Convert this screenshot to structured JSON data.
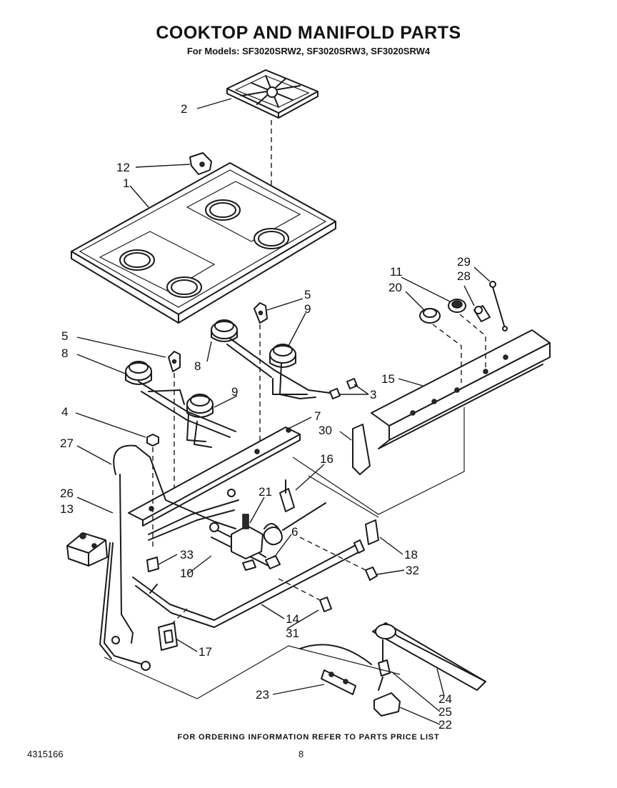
{
  "header": {
    "title": "COOKTOP AND MANIFOLD PARTS",
    "subtitle": "For Models: SF3020SRW2, SF3020SRW3, SF3020SRW4"
  },
  "footer": {
    "ordering_note": "FOR ORDERING INFORMATION REFER TO PARTS PRICE LIST",
    "document_number": "4315166",
    "page_number": "8"
  },
  "callouts": [
    {
      "id": "c2",
      "label": "2"
    },
    {
      "id": "c12",
      "label": "12"
    },
    {
      "id": "c1",
      "label": "1"
    },
    {
      "id": "c29",
      "label": "29"
    },
    {
      "id": "c11",
      "label": "11"
    },
    {
      "id": "c28",
      "label": "28"
    },
    {
      "id": "c20",
      "label": "20"
    },
    {
      "id": "c5a",
      "label": "5"
    },
    {
      "id": "c9a",
      "label": "9"
    },
    {
      "id": "c5b",
      "label": "5"
    },
    {
      "id": "c8a",
      "label": "8"
    },
    {
      "id": "c8b",
      "label": "8"
    },
    {
      "id": "c15",
      "label": "15"
    },
    {
      "id": "c3",
      "label": "3"
    },
    {
      "id": "c9b",
      "label": "9"
    },
    {
      "id": "c4",
      "label": "4"
    },
    {
      "id": "c7",
      "label": "7"
    },
    {
      "id": "c30",
      "label": "30"
    },
    {
      "id": "c27",
      "label": "27"
    },
    {
      "id": "c16",
      "label": "16"
    },
    {
      "id": "c26",
      "label": "26"
    },
    {
      "id": "c21",
      "label": "21"
    },
    {
      "id": "c13",
      "label": "13"
    },
    {
      "id": "c6",
      "label": "6"
    },
    {
      "id": "c33",
      "label": "33"
    },
    {
      "id": "c18",
      "label": "18"
    },
    {
      "id": "c10",
      "label": "10"
    },
    {
      "id": "c32",
      "label": "32"
    },
    {
      "id": "c14",
      "label": "14"
    },
    {
      "id": "c31",
      "label": "31"
    },
    {
      "id": "c17",
      "label": "17"
    },
    {
      "id": "c23",
      "label": "23"
    },
    {
      "id": "c24",
      "label": "24"
    },
    {
      "id": "c25",
      "label": "25"
    },
    {
      "id": "c22",
      "label": "22"
    }
  ]
}
